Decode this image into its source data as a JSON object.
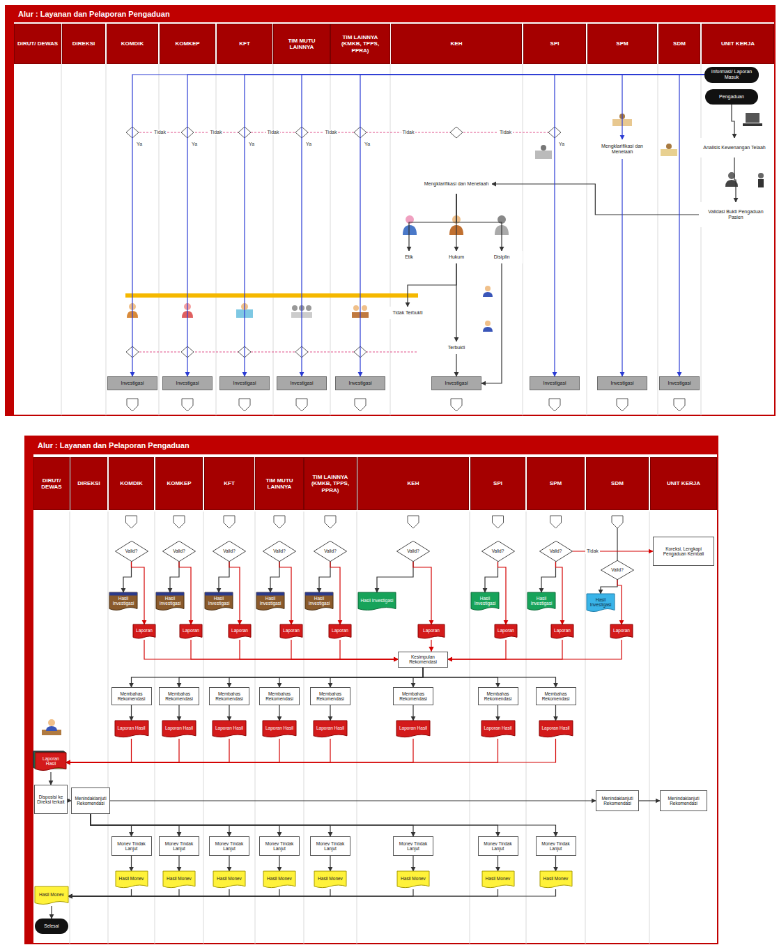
{
  "diagram": {
    "nodes": [
      {
        "text": [
          "Alur : Layanan dan Pelaporan Pengaduan"
        ]
      },
      {
        "text": [
          "DIRUT/ DEWAS"
        ],
        "in": 0
      },
      {
        "text": [
          "DIREKSI"
        ],
        "in": 0
      },
      {
        "text": [
          "KOMDIK"
        ],
        "in": 0
      },
      {
        "text": [
          "KOMKEP"
        ],
        "in": 0
      },
      {
        "text": [
          "KFT"
        ],
        "in": 0
      },
      {
        "text": [
          "TIM MUTU LAINNYA"
        ],
        "in": 0
      },
      {
        "text": [
          "TIM LAINNYA (KMKB, TPPS, PPRA)"
        ],
        "in": 0
      },
      {
        "text": [
          "KEH"
        ],
        "in": 0
      },
      {
        "text": [
          "SPI"
        ],
        "in": 0
      },
      {
        "text": [
          "SPM"
        ],
        "in": 0
      },
      {
        "text": [
          "SDM"
        ],
        "in": 0
      },
      {
        "text": [
          "UNIT KERJA"
        ],
        "in": 0
      },
      {
        "text": [
          "Informasi/ Laporan Masuk"
        ],
        "in": 0
      },
      {
        "text": [
          "Pengaduan"
        ],
        "in": 0
      },
      {
        "text": [
          "Analisis Kewenangan Telaah"
        ],
        "in": 0
      },
      {
        "text": [
          "Validasi Bukti Pengaduan Pasien"
        ],
        "in": 0
      },
      {
        "text": [
          "Mengklarifikasi dan Menelaah"
        ],
        "in": 0
      },
      {
        "text": [
          "Mengklarifikasi dan Menelaah"
        ],
        "in": 0
      },
      {
        "text": [
          "Etik"
        ],
        "in": 0
      },
      {
        "text": [
          "Hukum"
        ],
        "in": 0
      },
      {
        "text": [
          "Disiplin"
        ],
        "in": 0
      },
      {
        "text": [
          "Tidak Terbukti"
        ],
        "in": 0
      },
      {
        "text": [
          "Terbukti"
        ],
        "in": 0
      },
      {
        "text": [
          "Investigasi"
        ],
        "in": 0
      },
      {
        "text": [
          "Investigasi"
        ],
        "in": 0
      },
      {
        "text": [
          "Investigasi"
        ],
        "in": 0
      },
      {
        "text": [
          "Investigasi"
        ],
        "in": 0
      },
      {
        "text": [
          "Investigasi"
        ],
        "in": 0
      },
      {
        "text": [
          "Investigasi"
        ],
        "in": 0
      },
      {
        "text": [
          "Investigasi"
        ],
        "in": 0
      },
      {
        "text": [
          "Investigasi"
        ],
        "in": 0
      },
      {
        "text": [
          "Investigasi"
        ],
        "in": 0
      },
      {
        "text": [
          "Alur : Layanan dan Pelaporan Pengaduan"
        ]
      },
      {
        "text": [
          "DIRUT/ DEWAS"
        ],
        "in": 33
      },
      {
        "text": [
          "DIREKSI"
        ],
        "in": 33
      },
      {
        "text": [
          "KOMDIK"
        ],
        "in": 33
      },
      {
        "text": [
          "KOMKEP"
        ],
        "in": 33
      },
      {
        "text": [
          "KFT"
        ],
        "in": 33
      },
      {
        "text": [
          "TIM MUTU LAINNYA"
        ],
        "in": 33
      },
      {
        "text": [
          "TIM LAINNYA (KMKB, TPPS, PPRA)"
        ],
        "in": 33
      },
      {
        "text": [
          "KEH"
        ],
        "in": 33
      },
      {
        "text": [
          "SPI"
        ],
        "in": 33
      },
      {
        "text": [
          "SPM"
        ],
        "in": 33
      },
      {
        "text": [
          "SDM"
        ],
        "in": 33
      },
      {
        "text": [
          "UNIT KERJA"
        ],
        "in": 33
      },
      {
        "text": [
          "Valid?"
        ],
        "in": 33
      },
      {
        "text": [
          "Valid?"
        ],
        "in": 33
      },
      {
        "text": [
          "Valid?"
        ],
        "in": 33
      },
      {
        "text": [
          "Valid?"
        ],
        "in": 33
      },
      {
        "text": [
          "Valid?"
        ],
        "in": 33
      },
      {
        "text": [
          "Valid?"
        ],
        "in": 33
      },
      {
        "text": [
          "Valid?"
        ],
        "in": 33
      },
      {
        "text": [
          "Valid?"
        ],
        "in": 33
      },
      {
        "text": [
          "Valid?"
        ],
        "in": 33
      },
      {
        "text": [
          "Koreksi, Lengkapi Pengaduan Kembali"
        ],
        "in": 33
      },
      {
        "text": [
          "Hasil Investigasi"
        ],
        "in": 33
      },
      {
        "text": [
          "Hasil Investigasi"
        ],
        "in": 33
      },
      {
        "text": [
          "Hasil Investigasi"
        ],
        "in": 33
      },
      {
        "text": [
          "Hasil Investigasi"
        ],
        "in": 33
      },
      {
        "text": [
          "Hasil Investigasi"
        ],
        "in": 33
      },
      {
        "text": [
          "Hasil Investigasi"
        ],
        "in": 33
      },
      {
        "text": [
          "Hasil Investigasi"
        ],
        "in": 33
      },
      {
        "text": [
          "Hasil Investigasi"
        ],
        "in": 33
      },
      {
        "text": [
          "Hasil Investigasi"
        ],
        "in": 33
      },
      {
        "text": [
          "Laporan"
        ],
        "in": 33
      },
      {
        "text": [
          "Laporan"
        ],
        "in": 33
      },
      {
        "text": [
          "Laporan"
        ],
        "in": 33
      },
      {
        "text": [
          "Laporan"
        ],
        "in": 33
      },
      {
        "text": [
          "Laporan"
        ],
        "in": 33
      },
      {
        "text": [
          "Laporan"
        ],
        "in": 33
      },
      {
        "text": [
          "Laporan"
        ],
        "in": 33
      },
      {
        "text": [
          "Laporan"
        ],
        "in": 33
      },
      {
        "text": [
          "Laporan"
        ],
        "in": 33
      },
      {
        "text": [
          "Kesimpulan Rekomendasi"
        ],
        "in": 33
      },
      {
        "text": [
          "Membahas Rekomendasi"
        ],
        "in": 33
      },
      {
        "text": [
          "Membahas Rekomendasi"
        ],
        "in": 33
      },
      {
        "text": [
          "Membahas Rekomendasi"
        ],
        "in": 33
      },
      {
        "text": [
          "Membahas Rekomendasi"
        ],
        "in": 33
      },
      {
        "text": [
          "Membahas Rekomendasi"
        ],
        "in": 33
      },
      {
        "text": [
          "Membahas Rekomendasi"
        ],
        "in": 33
      },
      {
        "text": [
          "Membahas Rekomendasi"
        ],
        "in": 33
      },
      {
        "text": [
          "Membahas Rekomendasi"
        ],
        "in": 33
      },
      {
        "text": [
          "Laporan Hasil"
        ],
        "in": 33
      },
      {
        "text": [
          "Laporan Hasil"
        ],
        "in": 33
      },
      {
        "text": [
          "Laporan Hasil"
        ],
        "in": 33
      },
      {
        "text": [
          "Laporan Hasil"
        ],
        "in": 33
      },
      {
        "text": [
          "Laporan Hasil"
        ],
        "in": 33
      },
      {
        "text": [
          "Laporan Hasil"
        ],
        "in": 33
      },
      {
        "text": [
          "Laporan Hasil"
        ],
        "in": 33
      },
      {
        "text": [
          "Laporan Hasil"
        ],
        "in": 33
      },
      {
        "text": [
          "Laporan Hasil"
        ],
        "in": 33
      },
      {
        "text": [
          "Disposisi ke Direksi terkait"
        ],
        "in": 33
      },
      {
        "text": [
          "Menindaklanjuti Rekomendasi"
        ],
        "in": 33
      },
      {
        "text": [
          "Menindaklanjuti Rekomendasi"
        ],
        "in": 33
      },
      {
        "text": [
          "Menindaklanjuti Rekomendasi"
        ],
        "in": 33
      },
      {
        "text": [
          "Monev Tindak Lanjut"
        ],
        "in": 33
      },
      {
        "text": [
          "Monev Tindak Lanjut"
        ],
        "in": 33
      },
      {
        "text": [
          "Monev Tindak Lanjut"
        ],
        "in": 33
      },
      {
        "text": [
          "Monev Tindak Lanjut"
        ],
        "in": 33
      },
      {
        "text": [
          "Monev Tindak Lanjut"
        ],
        "in": 33
      },
      {
        "text": [
          "Monev Tindak Lanjut"
        ],
        "in": 33
      },
      {
        "text": [
          "Monev Tindak Lanjut"
        ],
        "in": 33
      },
      {
        "text": [
          "Monev Tindak Lanjut"
        ],
        "in": 33
      },
      {
        "text": [
          "Hasil Monev"
        ],
        "in": 33
      },
      {
        "text": [
          "Hasil Monev"
        ],
        "in": 33
      },
      {
        "text": [
          "Hasil Monev"
        ],
        "in": 33
      },
      {
        "text": [
          "Hasil Monev"
        ],
        "in": 33
      },
      {
        "text": [
          "Hasil Monev"
        ],
        "in": 33
      },
      {
        "text": [
          "Hasil Monev"
        ],
        "in": 33
      },
      {
        "text": [
          "Hasil Monev"
        ],
        "in": 33
      },
      {
        "text": [
          "Hasil Monev"
        ],
        "in": 33
      },
      {
        "text": [
          "Hasil Monev"
        ],
        "in": 33
      },
      {
        "text": [
          "Selesai"
        ],
        "in": 33
      }
    ],
    "edges": [
      {
        "from": 14,
        "to": 15,
        "arrow": "to"
      },
      {
        "from": 15,
        "to": 16,
        "arrow": "to"
      },
      {
        "from": 16,
        "to": 17,
        "arrow": "to"
      },
      {
        "from": 17,
        "to": 19,
        "arrow": "to"
      },
      {
        "from": 17,
        "to": 20,
        "arrow": "to"
      },
      {
        "from": 17,
        "to": 21,
        "arrow": "to"
      },
      {
        "from": 20,
        "to": 22,
        "arrow": "to"
      },
      {
        "from": 20,
        "to": 23,
        "arrow": "to"
      },
      {
        "from": 23,
        "to": 29,
        "arrow": "to"
      },
      {
        "from": 21,
        "to": 29,
        "arrow": "to"
      },
      {
        "from": 13,
        "to": 24,
        "arrow": "to"
      },
      {
        "from": 13,
        "to": 25,
        "arrow": "to"
      },
      {
        "from": 13,
        "to": 26,
        "arrow": "to"
      },
      {
        "from": 13,
        "to": 27,
        "arrow": "to"
      },
      {
        "from": 13,
        "to": 28,
        "arrow": "to"
      },
      {
        "from": 13,
        "to": 30,
        "arrow": "to"
      },
      {
        "from": 13,
        "to": 18,
        "arrow": "to"
      },
      {
        "from": 18,
        "to": 31,
        "arrow": "to"
      },
      {
        "from": 13,
        "to": 32,
        "arrow": "to"
      },
      {
        "from": 46,
        "to": 56,
        "arrow": "to"
      },
      {
        "from": 47,
        "to": 57,
        "arrow": "to"
      },
      {
        "from": 48,
        "to": 58,
        "arrow": "to"
      },
      {
        "from": 49,
        "to": 59,
        "arrow": "to"
      },
      {
        "from": 50,
        "to": 60,
        "arrow": "to"
      },
      {
        "from": 51,
        "to": 61,
        "arrow": "to"
      },
      {
        "from": 52,
        "to": 62,
        "arrow": "to"
      },
      {
        "from": 53,
        "to": 63,
        "arrow": "to"
      },
      {
        "from": 54,
        "to": 64,
        "arrow": "to"
      },
      {
        "from": 46,
        "to": 65,
        "arrow": "to"
      },
      {
        "from": 47,
        "to": 66,
        "arrow": "to"
      },
      {
        "from": 48,
        "to": 67,
        "arrow": "to"
      },
      {
        "from": 49,
        "to": 68,
        "arrow": "to"
      },
      {
        "from": 50,
        "to": 69,
        "arrow": "to"
      },
      {
        "from": 51,
        "to": 70,
        "arrow": "to"
      },
      {
        "from": 52,
        "to": 71,
        "arrow": "to"
      },
      {
        "from": 53,
        "to": 72,
        "arrow": "to"
      },
      {
        "from": 54,
        "to": 73,
        "arrow": "to"
      },
      {
        "from": 53,
        "to": 55,
        "label": "Tidak",
        "arrow": "to"
      },
      {
        "from": 65,
        "to": 74,
        "arrow": "to"
      },
      {
        "from": 66,
        "to": 74,
        "arrow": "to"
      },
      {
        "from": 67,
        "to": 74,
        "arrow": "to"
      },
      {
        "from": 68,
        "to": 74,
        "arrow": "to"
      },
      {
        "from": 69,
        "to": 74,
        "arrow": "to"
      },
      {
        "from": 70,
        "to": 74,
        "arrow": "to"
      },
      {
        "from": 71,
        "to": 74,
        "arrow": "to"
      },
      {
        "from": 72,
        "to": 74,
        "arrow": "to"
      },
      {
        "from": 73,
        "to": 74,
        "arrow": "to"
      },
      {
        "from": 74,
        "to": 75,
        "arrow": "to"
      },
      {
        "from": 74,
        "to": 76,
        "arrow": "to"
      },
      {
        "from": 74,
        "to": 77,
        "arrow": "to"
      },
      {
        "from": 74,
        "to": 78,
        "arrow": "to"
      },
      {
        "from": 74,
        "to": 79,
        "arrow": "to"
      },
      {
        "from": 74,
        "to": 80,
        "arrow": "to"
      },
      {
        "from": 74,
        "to": 81,
        "arrow": "to"
      },
      {
        "from": 74,
        "to": 82,
        "arrow": "to"
      },
      {
        "from": 75,
        "to": 83,
        "arrow": "to"
      },
      {
        "from": 76,
        "to": 84,
        "arrow": "to"
      },
      {
        "from": 77,
        "to": 85,
        "arrow": "to"
      },
      {
        "from": 78,
        "to": 86,
        "arrow": "to"
      },
      {
        "from": 79,
        "to": 87,
        "arrow": "to"
      },
      {
        "from": 80,
        "to": 88,
        "arrow": "to"
      },
      {
        "from": 81,
        "to": 89,
        "arrow": "to"
      },
      {
        "from": 82,
        "to": 90,
        "arrow": "to"
      },
      {
        "from": 83,
        "to": 91,
        "arrow": "to"
      },
      {
        "from": 84,
        "to": 91,
        "arrow": "to"
      },
      {
        "from": 85,
        "to": 91,
        "arrow": "to"
      },
      {
        "from": 86,
        "to": 91,
        "arrow": "to"
      },
      {
        "from": 87,
        "to": 91,
        "arrow": "to"
      },
      {
        "from": 88,
        "to": 91,
        "arrow": "to"
      },
      {
        "from": 89,
        "to": 91,
        "arrow": "to"
      },
      {
        "from": 90,
        "to": 91,
        "arrow": "to"
      },
      {
        "from": 91,
        "to": 92,
        "arrow": "to"
      },
      {
        "from": 92,
        "to": 93,
        "arrow": "to"
      },
      {
        "from": 93,
        "to": 94,
        "arrow": "to"
      },
      {
        "from": 94,
        "to": 95,
        "arrow": "to"
      },
      {
        "from": 93,
        "to": 96,
        "arrow": "to"
      },
      {
        "from": 93,
        "to": 97,
        "arrow": "to"
      },
      {
        "from": 93,
        "to": 98,
        "arrow": "to"
      },
      {
        "from": 93,
        "to": 99,
        "arrow": "to"
      },
      {
        "from": 93,
        "to": 100,
        "arrow": "to"
      },
      {
        "from": 93,
        "to": 101,
        "arrow": "to"
      },
      {
        "from": 93,
        "to": 102,
        "arrow": "to"
      },
      {
        "from": 93,
        "to": 103,
        "arrow": "to"
      },
      {
        "from": 96,
        "to": 104,
        "arrow": "to"
      },
      {
        "from": 97,
        "to": 105,
        "arrow": "to"
      },
      {
        "from": 98,
        "to": 106,
        "arrow": "to"
      },
      {
        "from": 99,
        "to": 107,
        "arrow": "to"
      },
      {
        "from": 100,
        "to": 108,
        "arrow": "to"
      },
      {
        "from": 101,
        "to": 109,
        "arrow": "to"
      },
      {
        "from": 102,
        "to": 110,
        "arrow": "to"
      },
      {
        "from": 103,
        "to": 111,
        "arrow": "to"
      },
      {
        "from": 104,
        "to": 112,
        "arrow": "to"
      },
      {
        "from": 105,
        "to": 112,
        "arrow": "to"
      },
      {
        "from": 106,
        "to": 112,
        "arrow": "to"
      },
      {
        "from": 107,
        "to": 112,
        "arrow": "to"
      },
      {
        "from": 108,
        "to": 112,
        "arrow": "to"
      },
      {
        "from": 109,
        "to": 112,
        "arrow": "to"
      },
      {
        "from": 110,
        "to": 112,
        "arrow": "to"
      },
      {
        "from": 111,
        "to": 112,
        "arrow": "to"
      },
      {
        "from": 112,
        "to": 113,
        "arrow": "to"
      }
    ],
    "labels": [
      "Tidak",
      "Tidak",
      "Tidak",
      "Tidak",
      "Tidak",
      "Tidak",
      "Ya",
      "Ya",
      "Ya",
      "Ya",
      "Ya",
      "Ya"
    ]
  }
}
